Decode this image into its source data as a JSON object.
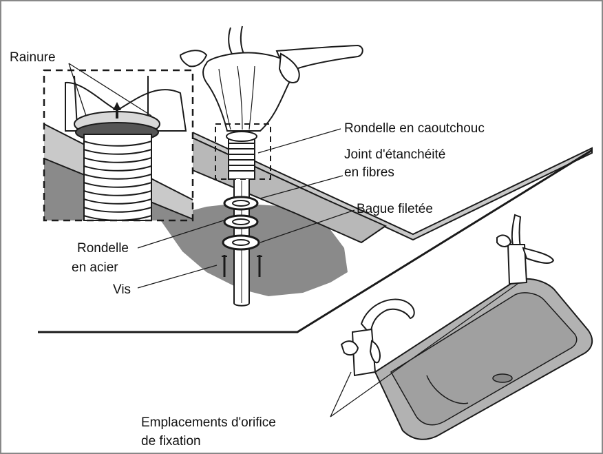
{
  "labels": {
    "rainure": "Rainure",
    "rondelle_caoutchouc": "Rondelle en caoutchouc",
    "joint_line1": "Joint d'étanchéité",
    "joint_line2": "en fibres",
    "bague": "Bague filetée",
    "rondelle_acier_line1": "Rondelle",
    "rondelle_acier_line2": "en acier",
    "vis": "Vis",
    "emplacements_line1": "Emplacements d'orifice",
    "emplacements_line2": "de fixation"
  },
  "colors": {
    "line": "#1a1a1a",
    "shadow": "#8a8a8a",
    "counter_top": "#b8b8b8",
    "counter_front": "#c9c9c9",
    "sink": "#b2b2b2",
    "sink_inner": "#a0a0a0",
    "background": "#ffffff"
  },
  "icons": [
    "faucet-icon",
    "sink-icon"
  ]
}
